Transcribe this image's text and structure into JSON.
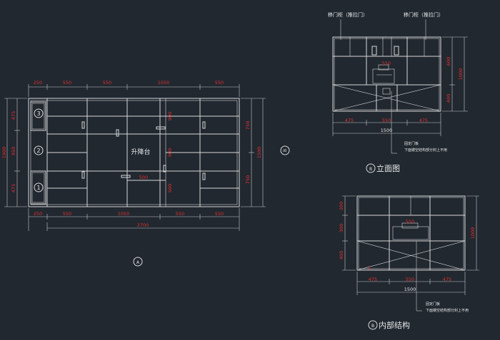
{
  "plan": {
    "top_dims": [
      "250",
      "550",
      "550",
      "1050",
      "550"
    ],
    "bottom_dims": [
      "250",
      "550",
      "1050",
      "550",
      "550"
    ],
    "total_width": "2700",
    "left_dims": [
      "475",
      "950",
      "475"
    ],
    "left_total": "1900",
    "right_dims": [
      "750",
      "750"
    ],
    "right_total": "1500",
    "inner_dims": [
      "900",
      "900",
      "500",
      "500"
    ],
    "center_label": "升降台",
    "markers": [
      "3",
      "2",
      "1"
    ],
    "section_marker": "A",
    "side_marker": "B"
  },
  "elevation": {
    "label_left": "移门柜（推拉门）",
    "label_right": "移门柜（推拉门）",
    "dim_550": "550",
    "right_dims": [
      "600",
      "400"
    ],
    "right_total": "1000",
    "bottom_dims": [
      "475",
      "550",
      "475"
    ],
    "bottom_total": "1500",
    "note_line1": "固定门板",
    "note_line2": "下面镂空结构部分封上不用",
    "title_marker": "B",
    "title": "立面图"
  },
  "interior": {
    "left_dims": [
      "300",
      "300",
      "400"
    ],
    "right_total": "1000",
    "dim_550": "550",
    "bottom_dims": [
      "475",
      "550",
      "475"
    ],
    "bottom_total": "1500",
    "note_line1": "固定门板",
    "note_line2": "下面镂空结构部分封上不用",
    "title_marker": "B",
    "title": "内部结构"
  }
}
